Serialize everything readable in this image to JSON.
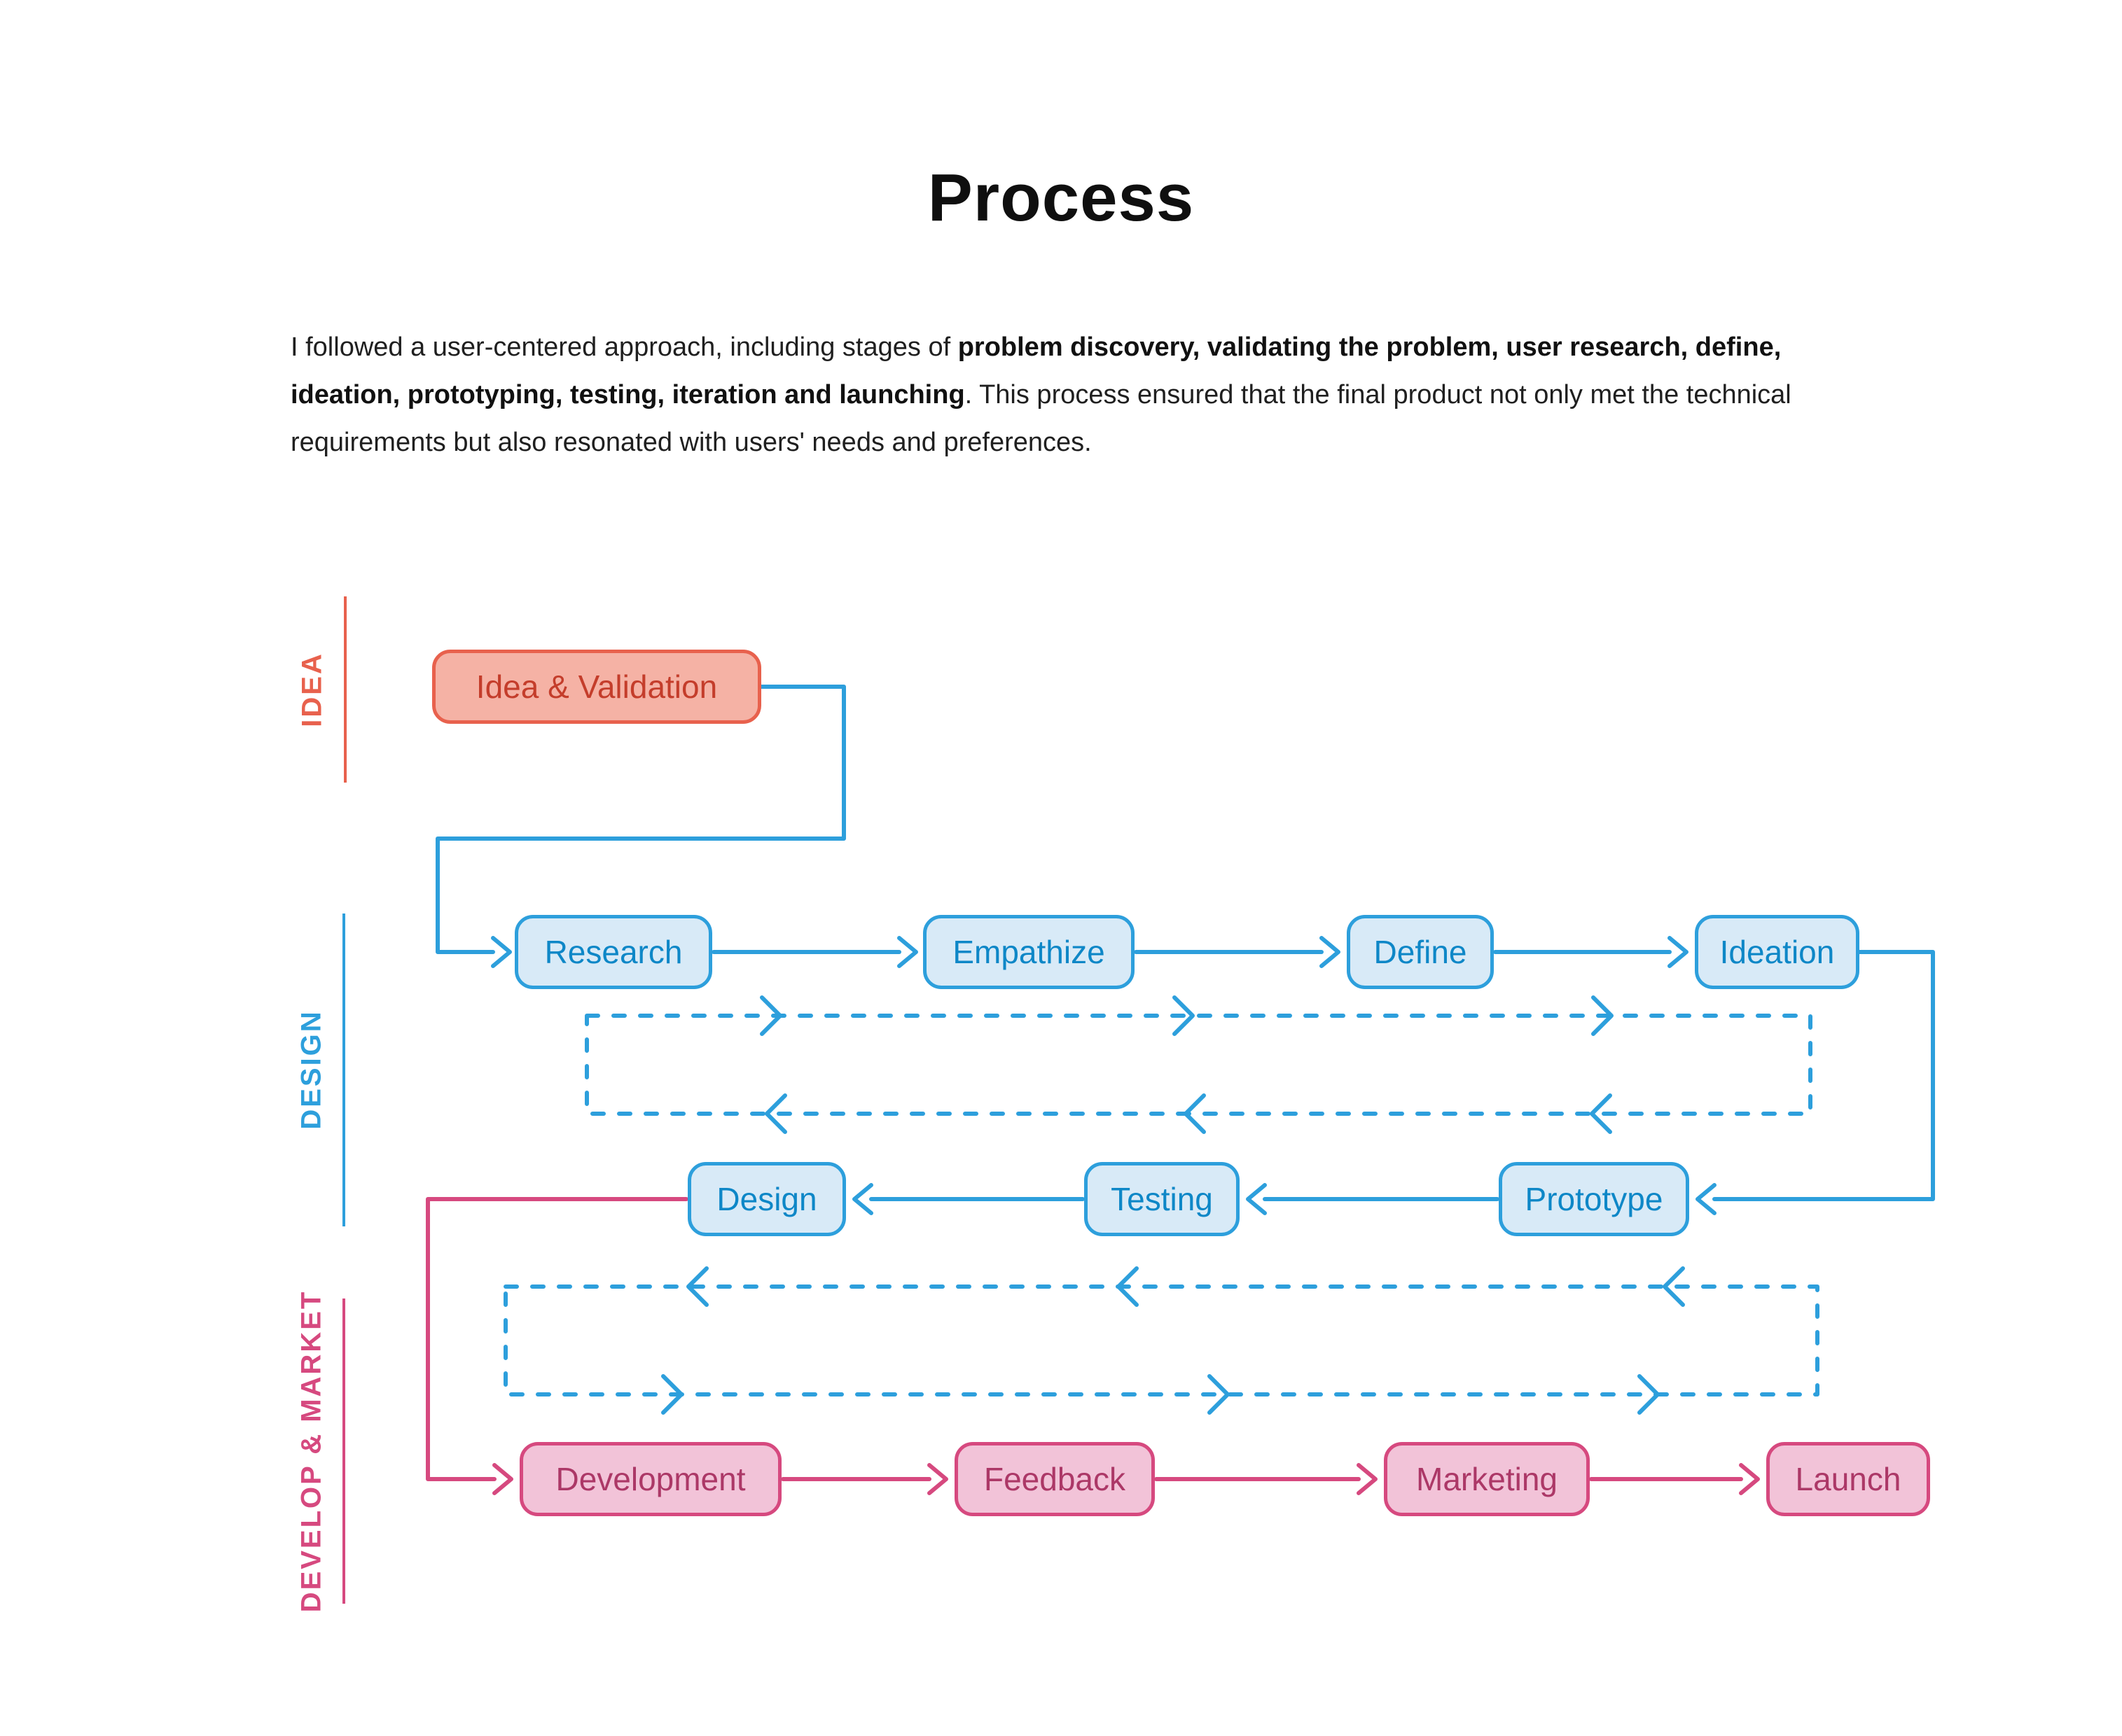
{
  "title": "Process",
  "intro": {
    "pre": "I followed a user-centered approach, including stages of ",
    "bold": "problem discovery, validating the problem, user research, define, ideation, prototyping, testing, iteration and launching",
    "post": ". This process ensured that the final product not only met the technical requirements but also resonated with users' needs and preferences."
  },
  "sections": {
    "idea": {
      "label": "IDEA",
      "color": "#E8614D"
    },
    "design": {
      "label": "DESIGN",
      "color": "#2D9FDC"
    },
    "develop_market": {
      "label": "DEVELOP & MARKET",
      "color": "#D6497F"
    }
  },
  "nodes": {
    "idea_validation": {
      "label": "Idea & Validation",
      "section": "idea"
    },
    "research": {
      "label": "Research",
      "section": "design"
    },
    "empathize": {
      "label": "Empathize",
      "section": "design"
    },
    "define": {
      "label": "Define",
      "section": "design"
    },
    "ideation": {
      "label": "Ideation",
      "section": "design"
    },
    "design": {
      "label": "Design",
      "section": "design"
    },
    "testing": {
      "label": "Testing",
      "section": "design"
    },
    "prototype": {
      "label": "Prototype",
      "section": "design"
    },
    "development": {
      "label": "Development",
      "section": "develop_market"
    },
    "feedback": {
      "label": "Feedback",
      "section": "develop_market"
    },
    "marketing": {
      "label": "Marketing",
      "section": "develop_market"
    },
    "launch": {
      "label": "Launch",
      "section": "develop_market"
    }
  },
  "edges": [
    {
      "from": "idea_validation",
      "to": "research",
      "style": "solid",
      "color": "#2D9FDC"
    },
    {
      "from": "research",
      "to": "empathize",
      "style": "solid",
      "color": "#2D9FDC"
    },
    {
      "from": "empathize",
      "to": "define",
      "style": "solid",
      "color": "#2D9FDC"
    },
    {
      "from": "define",
      "to": "ideation",
      "style": "solid",
      "color": "#2D9FDC"
    },
    {
      "from": "ideation",
      "to": "prototype",
      "style": "solid",
      "color": "#2D9FDC"
    },
    {
      "from": "prototype",
      "to": "testing",
      "style": "solid",
      "color": "#2D9FDC"
    },
    {
      "from": "testing",
      "to": "design",
      "style": "solid",
      "color": "#2D9FDC"
    },
    {
      "from": "design",
      "to": "development",
      "style": "solid",
      "color": "#D6497F"
    },
    {
      "from": "development",
      "to": "feedback",
      "style": "solid",
      "color": "#D6497F"
    },
    {
      "from": "feedback",
      "to": "marketing",
      "style": "solid",
      "color": "#D6497F"
    },
    {
      "from": "marketing",
      "to": "launch",
      "style": "solid",
      "color": "#D6497F"
    }
  ],
  "loops": [
    {
      "name": "design-iteration-loop",
      "style": "dashed",
      "color": "#2D9FDC",
      "top_arrows": "right",
      "bottom_arrows": "left"
    },
    {
      "name": "develop-iteration-loop",
      "style": "dashed",
      "color": "#2D9FDC",
      "top_arrows": "left",
      "bottom_arrows": "right"
    }
  ],
  "colors": {
    "idea_fill": "#F5B2A5",
    "idea_border": "#E8614D",
    "idea_text": "#C43D2B",
    "design_fill": "#D8EAF7",
    "design_border": "#2D9FDC",
    "design_text": "#0E87C7",
    "develop_fill": "#F2C3D8",
    "develop_border": "#D6497F",
    "develop_text": "#AC3867",
    "body_text": "#1F1F1F",
    "title_text": "#0F0F0F"
  }
}
